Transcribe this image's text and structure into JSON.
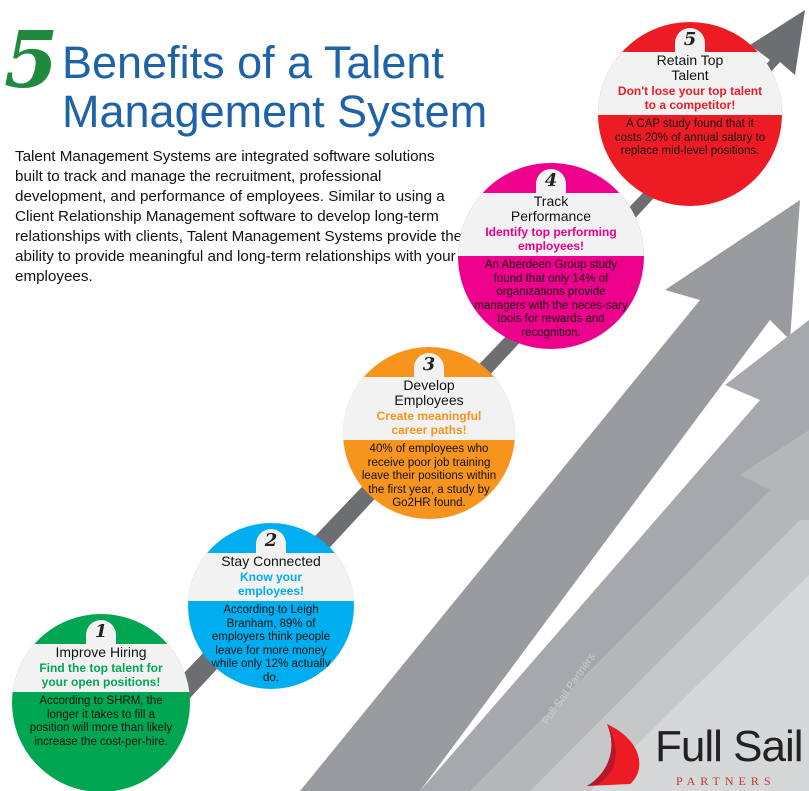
{
  "title": {
    "number": "5",
    "line1": "Benefits of a Talent",
    "line2": "Management System"
  },
  "intro": "Talent Management Systems are integrated software solutions built to track and manage the recruitment, professional development, and performance of employees. Similar to using a Client Relationship Management software to develop long-term relationships with clients, Talent Management Systems provide the ability to provide meaningful and long-term relationships with your employees.",
  "benefits": [
    {
      "number": "1",
      "heading": "Improve Hiring",
      "tagline": "Find the top talent for your open positions!",
      "body": "According to SHRM, the longer it takes to fill a position will more than likely increase the cost-per-hire.",
      "color": "#00a651",
      "tag_color": "#00a651"
    },
    {
      "number": "2",
      "heading": "Stay Connected",
      "tagline": "Know your employees!",
      "body": "According to Leigh Branham, 89% of employers think people leave for more money while only 12% actually do.",
      "color": "#00aeef",
      "tag_color": "#00aeef"
    },
    {
      "number": "3",
      "heading": "Develop Employees",
      "tagline": "Create meaningful career paths!",
      "body": "40% of employees who receive poor job training leave their positions within the first year, a study by Go2HR found.",
      "color": "#f7941d",
      "tag_color": "#f7941d"
    },
    {
      "number": "4",
      "heading": "Track Performance",
      "tagline": "Identify top performing employees!",
      "body": "An Aberdeen Group study found that only 14% of organizations provide managers with the neces-sary tools for rewards and recognition.",
      "color": "#ec008c",
      "tag_color": "#ec008c"
    },
    {
      "number": "5",
      "heading": "Retain Top Talent",
      "tagline": "Don't lose your top talent to a competitor!",
      "body": "A CAP study found that it costs 20% of annual salary to replace mid-level positions.",
      "color": "#ed1c24",
      "tag_color": "#ed1c24"
    }
  ],
  "logo": {
    "name": "Full Sail",
    "sub": "PARTNERS",
    "watermark": "Full Sail Partners"
  }
}
